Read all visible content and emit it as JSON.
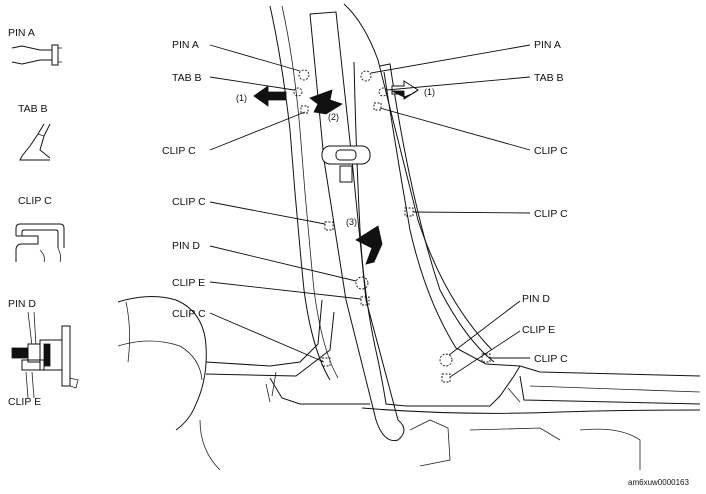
{
  "legend": {
    "pin_a": "PIN A",
    "tab_b": "TAB B",
    "clip_c": "CLIP C",
    "pin_d": "PIN D",
    "clip_e": "CLIP E"
  },
  "callouts": {
    "pin_a_left": "PIN A",
    "tab_b_left": "TAB B",
    "clip_c_left_1": "CLIP C",
    "clip_c_left_2": "CLIP C",
    "pin_d_left": "PIN D",
    "clip_e_left": "CLIP E",
    "clip_c_left_3": "CLIP C",
    "pin_a_right": "PIN A",
    "tab_b_right": "TAB B",
    "clip_c_right_1": "CLIP C",
    "clip_c_right_2": "CLIP C",
    "pin_d_right": "PIN D",
    "clip_e_right": "CLIP E",
    "clip_c_right_3": "CLIP C"
  },
  "steps": {
    "left_arrow": "(1)",
    "right_arrow": "(1)",
    "step_2": "(2)",
    "step_3": "(3)"
  },
  "reference_code": "am6xuw0000163",
  "icons": {
    "direction_left": "filled-arrow-left-icon",
    "direction_right": "outlined-arrow-right-icon",
    "step_2": "bent-arrow-icon",
    "step_3": "bent-arrow-icon"
  }
}
